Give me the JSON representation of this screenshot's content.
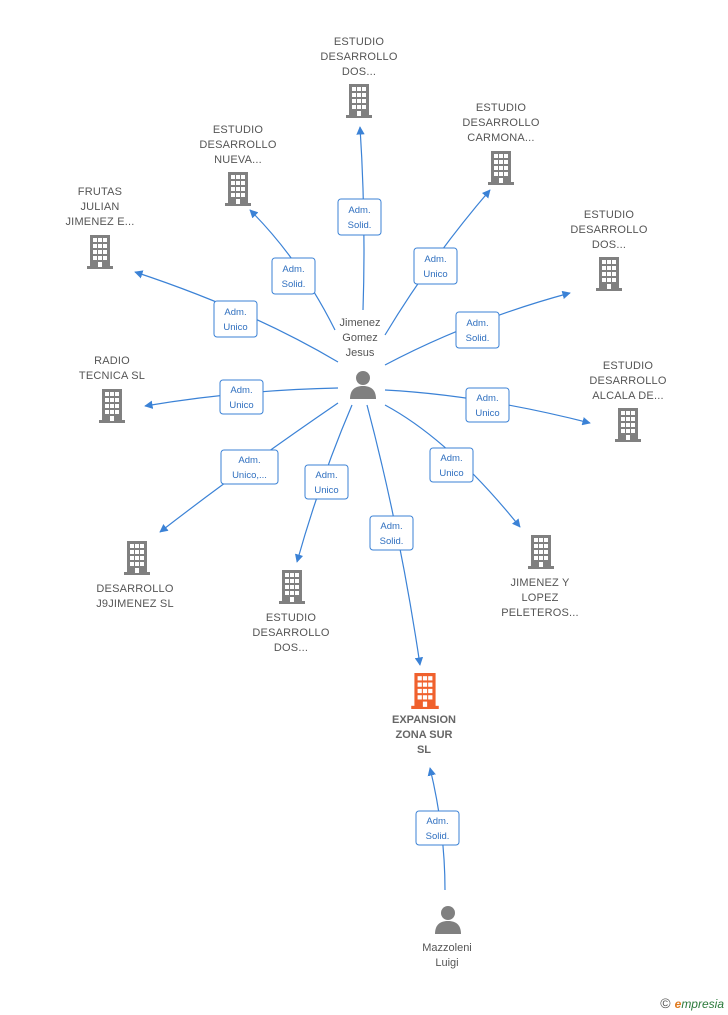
{
  "colors": {
    "edge": "#3b82d6",
    "company_icon": "#808080",
    "target_icon": "#f0612d",
    "person_icon": "#808080"
  },
  "nodes": {
    "center_person": {
      "lines": [
        "Jimenez",
        "Gomez",
        "Jesus"
      ],
      "icon": "person-icon"
    },
    "target_company": {
      "lines": [
        "EXPANSION",
        "ZONA SUR",
        "SL"
      ],
      "icon": "building-icon"
    },
    "mazzoleni": {
      "lines": [
        "Mazzoleni",
        "Luigi"
      ],
      "icon": "person-icon"
    },
    "estudio_dos_top": {
      "lines": [
        "ESTUDIO",
        "DESARROLLO",
        "DOS..."
      ],
      "icon": "building-icon"
    },
    "estudio_carmona": {
      "lines": [
        "ESTUDIO",
        "DESARROLLO",
        "CARMONA..."
      ],
      "icon": "building-icon"
    },
    "estudio_nueva": {
      "lines": [
        "ESTUDIO",
        "DESARROLLO",
        "NUEVA..."
      ],
      "icon": "building-icon"
    },
    "frutas_julian": {
      "lines": [
        "FRUTAS",
        "JULIAN",
        "JIMENEZ E..."
      ],
      "icon": "building-icon"
    },
    "estudio_dos_right": {
      "lines": [
        "ESTUDIO",
        "DESARROLLO",
        "DOS..."
      ],
      "icon": "building-icon"
    },
    "radio_tecnica": {
      "lines": [
        "RADIO",
        "TECNICA SL"
      ],
      "icon": "building-icon"
    },
    "estudio_alcala": {
      "lines": [
        "ESTUDIO",
        "DESARROLLO",
        "ALCALA DE..."
      ],
      "icon": "building-icon"
    },
    "desarrollo_j9": {
      "lines": [
        "DESARROLLO",
        "J9JIMENEZ  SL"
      ],
      "icon": "building-icon"
    },
    "estudio_dos_bottom": {
      "lines": [
        "ESTUDIO",
        "DESARROLLO",
        "DOS..."
      ],
      "icon": "building-icon"
    },
    "jimenez_lopez": {
      "lines": [
        "JIMENEZ Y",
        "LOPEZ",
        "PELETEROS..."
      ],
      "icon": "building-icon"
    }
  },
  "relations": {
    "to_estudio_dos_top": [
      "Adm.",
      "Solid."
    ],
    "to_estudio_carmona": [
      "Adm.",
      "Unico"
    ],
    "to_estudio_nueva": [
      "Adm.",
      "Solid."
    ],
    "to_frutas_julian": [
      "Adm.",
      "Unico"
    ],
    "to_estudio_dos_right": [
      "Adm.",
      "Solid."
    ],
    "to_radio_tecnica": [
      "Adm.",
      "Unico"
    ],
    "to_estudio_alcala": [
      "Adm.",
      "Unico"
    ],
    "to_desarrollo_j9": [
      "Adm.",
      "Unico,..."
    ],
    "to_estudio_dos_bottom": [
      "Adm.",
      "Unico"
    ],
    "to_jimenez_lopez": [
      "Adm.",
      "Unico"
    ],
    "to_target_from_center": [
      "Adm.",
      "Solid."
    ],
    "to_target_from_mazzoleni": [
      "Adm.",
      "Solid."
    ]
  },
  "footer": {
    "copyright": "©",
    "brand_e": "e",
    "brand_rest": "mpresia"
  }
}
